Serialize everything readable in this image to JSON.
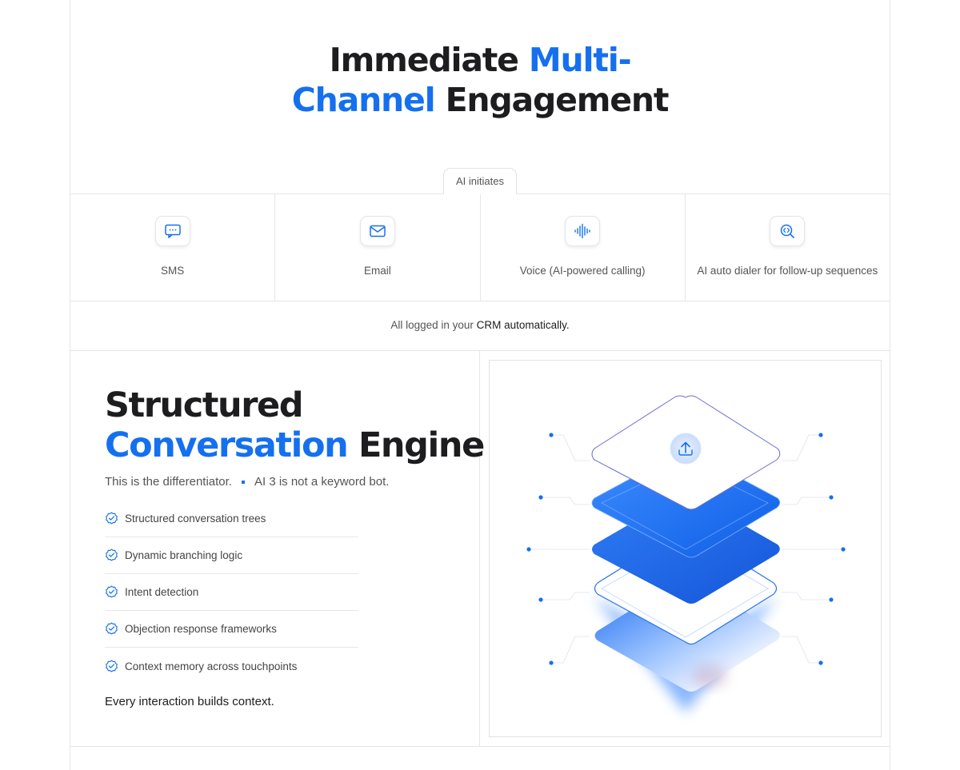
{
  "hero": {
    "title_part1": "Immediate ",
    "title_accent1": "Multi-",
    "title_accent2": "Channel",
    "title_part2": " Engagement"
  },
  "tag": {
    "label": "AI initiates"
  },
  "channels": [
    {
      "label": "SMS",
      "icon": "sms-icon"
    },
    {
      "label": "Email",
      "icon": "email-icon"
    },
    {
      "label": "Voice (AI-powered calling)",
      "icon": "voice-icon"
    },
    {
      "label": "AI auto dialer for follow-up sequences",
      "icon": "dialer-icon"
    }
  ],
  "crm_note": {
    "prefix": "All logged in your ",
    "strong": "CRM automatically."
  },
  "engine": {
    "title_line1": "Structured",
    "title_accent": "Conversation",
    "title_rest": " Engine",
    "subline_left": "This is the differentiator.",
    "subline_right": "AI 3 is not a keyword bot.",
    "features": [
      "Structured conversation trees",
      "Dynamic branching logic",
      "Intent detection",
      "Objection response frameworks",
      "Context memory across touchpoints"
    ],
    "closing": "Every interaction builds context."
  },
  "colors": {
    "accent": "#1570ef",
    "text": "#1d1d1f",
    "muted": "#555555",
    "border": "#e6e6e6"
  }
}
